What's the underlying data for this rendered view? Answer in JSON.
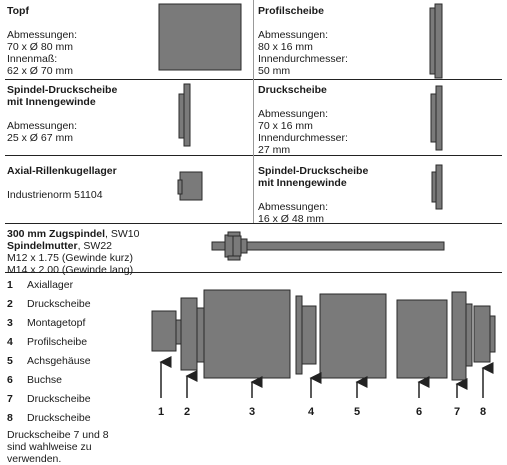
{
  "topf": {
    "title": "Topf",
    "dim_label": "Abmessungen:",
    "dim_value": "70 x Ø 80 mm",
    "inner_label": "Innenmaß:",
    "inner_value": "62 x Ø 70 mm"
  },
  "profilscheibe": {
    "title": "Profilscheibe",
    "dim_label": "Abmessungen:",
    "dim_value": "80 x 16 mm",
    "inner_label": "Innendurchmesser:",
    "inner_value": "50 mm"
  },
  "spindel_druckscheibe_1": {
    "title_line1": "Spindel-Druckscheibe",
    "title_line2": "mit Innengewinde",
    "dim_label": "Abmessungen:",
    "dim_value": "25 x Ø 67 mm"
  },
  "druckscheibe": {
    "title": "Druckscheibe",
    "dim_label": "Abmessungen:",
    "dim_value": "70 x 16 mm",
    "inner_label": "Innendurchmesser:",
    "inner_value": "27 mm"
  },
  "axial_lager": {
    "title": "Axial-Rillenkugellager",
    "norm": "Industrienorm 51104"
  },
  "spindel_druckscheibe_2": {
    "title_line1": "Spindel-Druckscheibe",
    "title_line2": "mit Innengewinde",
    "dim_label": "Abmessungen:",
    "dim_value": "16 x Ø 48 mm"
  },
  "zugspindel": {
    "line1_bold": "300 mm Zugspindel",
    "line1_rest": ", SW10",
    "line2_bold": "Spindelmutter",
    "line2_rest": ", SW22",
    "line3": "M12 x 1.75 (Gewinde kurz)",
    "line4": "M14 x 2.00 (Gewinde lang)"
  },
  "legend": [
    {
      "num": "1",
      "text": "Axiallager"
    },
    {
      "num": "2",
      "text": "Druckscheibe"
    },
    {
      "num": "3",
      "text": "Montagetopf"
    },
    {
      "num": "4",
      "text": "Profilscheibe"
    },
    {
      "num": "5",
      "text": "Achsgehäuse"
    },
    {
      "num": "6",
      "text": "Buchse"
    },
    {
      "num": "7",
      "text": "Druckscheibe"
    },
    {
      "num": "8",
      "text": "Druckscheibe"
    }
  ],
  "note": {
    "line1": "Druckscheibe 7 und 8",
    "line2": "sind wahlweise zu",
    "line3": "verwenden."
  },
  "diagram_labels": [
    "1",
    "2",
    "3",
    "4",
    "5",
    "6",
    "7",
    "8"
  ],
  "colors": {
    "part_fill": "#7a7a7a",
    "part_stroke": "#2a2a2a",
    "rule": "#222222"
  }
}
